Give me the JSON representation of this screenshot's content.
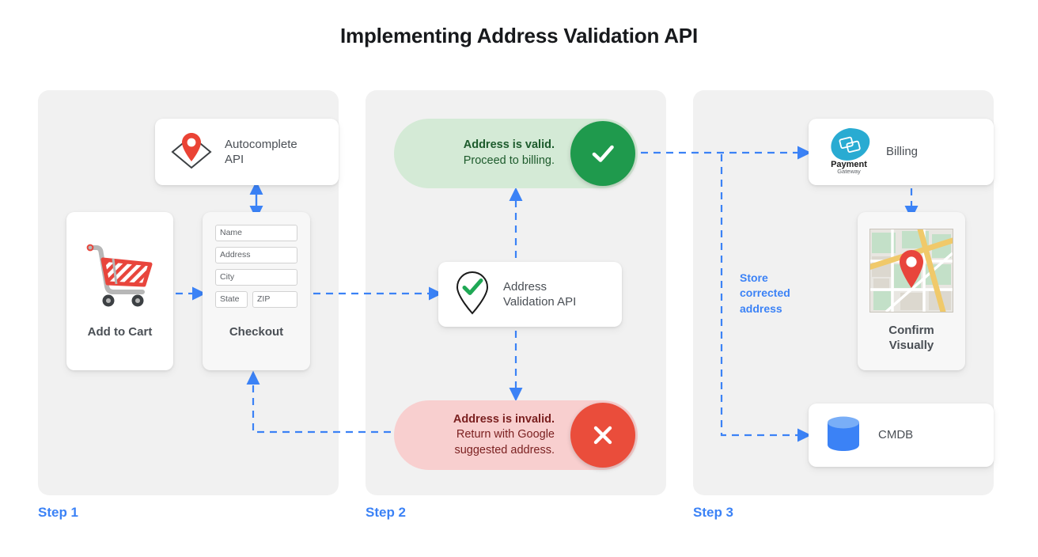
{
  "page": {
    "title": "Implementing Address Validation API",
    "background": "#ffffff",
    "accent_blue": "#3b82f6"
  },
  "steps": [
    {
      "id": "step-1",
      "label": "Step 1"
    },
    {
      "id": "step-2",
      "label": "Step 2"
    },
    {
      "id": "step-3",
      "label": "Step 3"
    }
  ],
  "step1": {
    "autocomplete_card": {
      "label": "Autocomplete API",
      "label_line1": "Autocomplete",
      "label_line2": "API",
      "icon": "map-pin-envelope-icon",
      "icon_color": "#ea4335"
    },
    "add_to_cart_card": {
      "label": "Add to Cart",
      "icon": "shopping-cart-icon",
      "icon_color": "#e8453c"
    },
    "checkout_card": {
      "label": "Checkout",
      "fields": [
        {
          "name": "name-field",
          "placeholder": "Name"
        },
        {
          "name": "address-field",
          "placeholder": "Address"
        },
        {
          "name": "city-field",
          "placeholder": "City"
        },
        {
          "name": "state-field",
          "placeholder": "State"
        },
        {
          "name": "zip-field",
          "placeholder": "ZIP"
        }
      ]
    }
  },
  "step2": {
    "valid_pill": {
      "title": "Address is valid.",
      "subtitle": "Proceed to billing.",
      "badge_icon": "check-icon",
      "badge_color": "#1f9a4d",
      "background": "#d4ead6"
    },
    "invalid_pill": {
      "title": "Address is invalid.",
      "subtitle_line1": "Return with Google",
      "subtitle_line2": "suggested address.",
      "badge_icon": "close-x-icon",
      "badge_color": "#ea4d3b",
      "background": "#f8cfcf"
    },
    "validation_card": {
      "label_line1": "Address",
      "label_line2": "Validation API",
      "icon": "map-pin-check-icon",
      "icon_color": "#1fa855"
    }
  },
  "step3": {
    "billing_card": {
      "label": "Billing",
      "logo_name": "payment-gateway-logo",
      "logo_line1": "Payment",
      "logo_line2": "Gateway",
      "logo_color": "#29abd2"
    },
    "confirm_card": {
      "label_line1": "Confirm",
      "label_line2": "Visually",
      "icon": "map-thumbnail-icon",
      "pin_color": "#e8453c"
    },
    "cmdb_card": {
      "label": "CMDB",
      "icon": "database-cylinder-icon",
      "icon_color": "#3b82f6"
    },
    "store_connector_label_line1": "Store",
    "store_connector_label_line2": "corrected",
    "store_connector_label_line3": "address"
  }
}
